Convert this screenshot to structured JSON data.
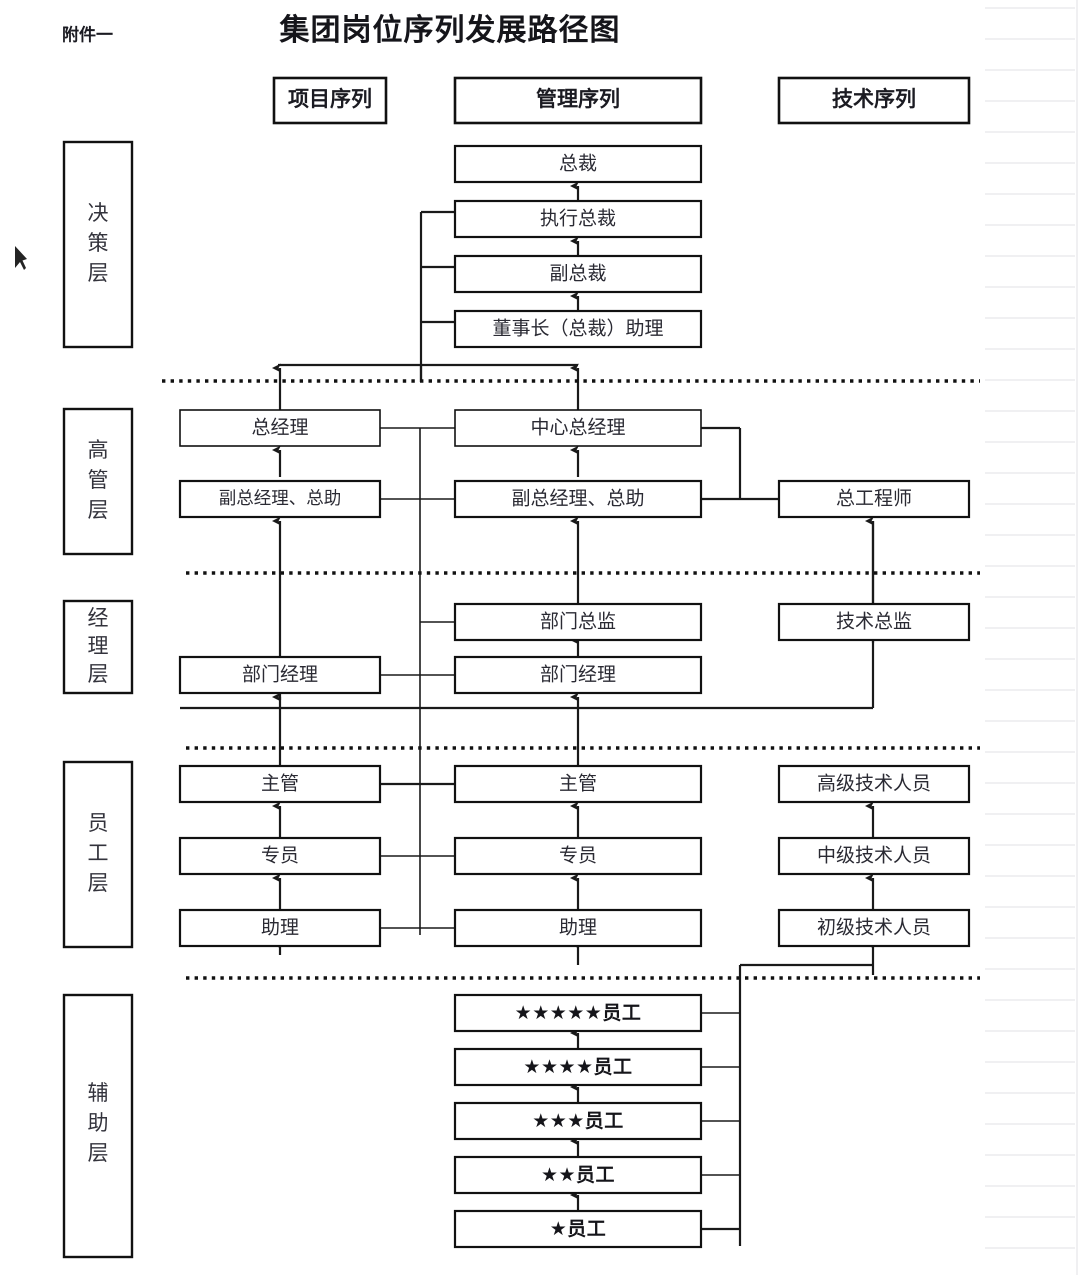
{
  "page": {
    "attachment_label": "附件一",
    "title": "集团岗位序列发展路径图",
    "background": "#ffffff",
    "line_color": "#111111",
    "text_color": "#2a2a33"
  },
  "column_headers": [
    {
      "id": "project",
      "label": "项目序列"
    },
    {
      "id": "management",
      "label": "管理序列"
    },
    {
      "id": "technical",
      "label": "技术序列"
    }
  ],
  "layers": [
    {
      "id": "decision",
      "label": "决策层",
      "chars": [
        "决",
        "策",
        "层"
      ]
    },
    {
      "id": "executive",
      "label": "高管层",
      "chars": [
        "高",
        "管",
        "层"
      ]
    },
    {
      "id": "manager",
      "label": "经理层",
      "chars": [
        "经",
        "理",
        "层"
      ]
    },
    {
      "id": "staff",
      "label": "员工层",
      "chars": [
        "员",
        "工",
        "层"
      ]
    },
    {
      "id": "support",
      "label": "辅助层",
      "chars": [
        "辅",
        "助",
        "层"
      ]
    }
  ],
  "nodes": {
    "decision": [
      {
        "id": "president",
        "label": "总裁"
      },
      {
        "id": "exec-president",
        "label": "执行总裁"
      },
      {
        "id": "vice-president",
        "label": "副总裁"
      },
      {
        "id": "chairman-assistant",
        "label": "董事长（总裁）助理"
      }
    ],
    "executive": [
      {
        "id": "gm-project",
        "label": "总经理",
        "column": "project"
      },
      {
        "id": "gm-center",
        "label": "中心总经理",
        "column": "management"
      },
      {
        "id": "vgm-project",
        "label": "副总经理、总助",
        "column": "project"
      },
      {
        "id": "vgm-center",
        "label": "副总经理、总助",
        "column": "management"
      },
      {
        "id": "chief-engineer",
        "label": "总工程师",
        "column": "technical"
      }
    ],
    "manager": [
      {
        "id": "dept-director",
        "label": "部门总监",
        "column": "management"
      },
      {
        "id": "tech-director",
        "label": "技术总监",
        "column": "technical"
      },
      {
        "id": "dept-manager-project",
        "label": "部门经理",
        "column": "project"
      },
      {
        "id": "dept-manager-center",
        "label": "部门经理",
        "column": "management"
      }
    ],
    "staff": [
      {
        "id": "supervisor-project",
        "label": "主管",
        "column": "project"
      },
      {
        "id": "supervisor-center",
        "label": "主管",
        "column": "management"
      },
      {
        "id": "senior-tech",
        "label": "高级技术人员",
        "column": "technical"
      },
      {
        "id": "specialist-project",
        "label": "专员",
        "column": "project"
      },
      {
        "id": "specialist-center",
        "label": "专员",
        "column": "management"
      },
      {
        "id": "mid-tech",
        "label": "中级技术人员",
        "column": "technical"
      },
      {
        "id": "assistant-project",
        "label": "助理",
        "column": "project"
      },
      {
        "id": "assistant-center",
        "label": "助理",
        "column": "management"
      },
      {
        "id": "junior-tech",
        "label": "初级技术人员",
        "column": "technical"
      }
    ],
    "support": [
      {
        "id": "staff-5star",
        "label": "★★★★★员工",
        "stars": 5
      },
      {
        "id": "staff-4star",
        "label": "★★★★员工",
        "stars": 4
      },
      {
        "id": "staff-3star",
        "label": "★★★员工",
        "stars": 3
      },
      {
        "id": "staff-2star",
        "label": "★★员工",
        "stars": 2
      },
      {
        "id": "staff-1star",
        "label": "★员工",
        "stars": 1
      }
    ]
  }
}
